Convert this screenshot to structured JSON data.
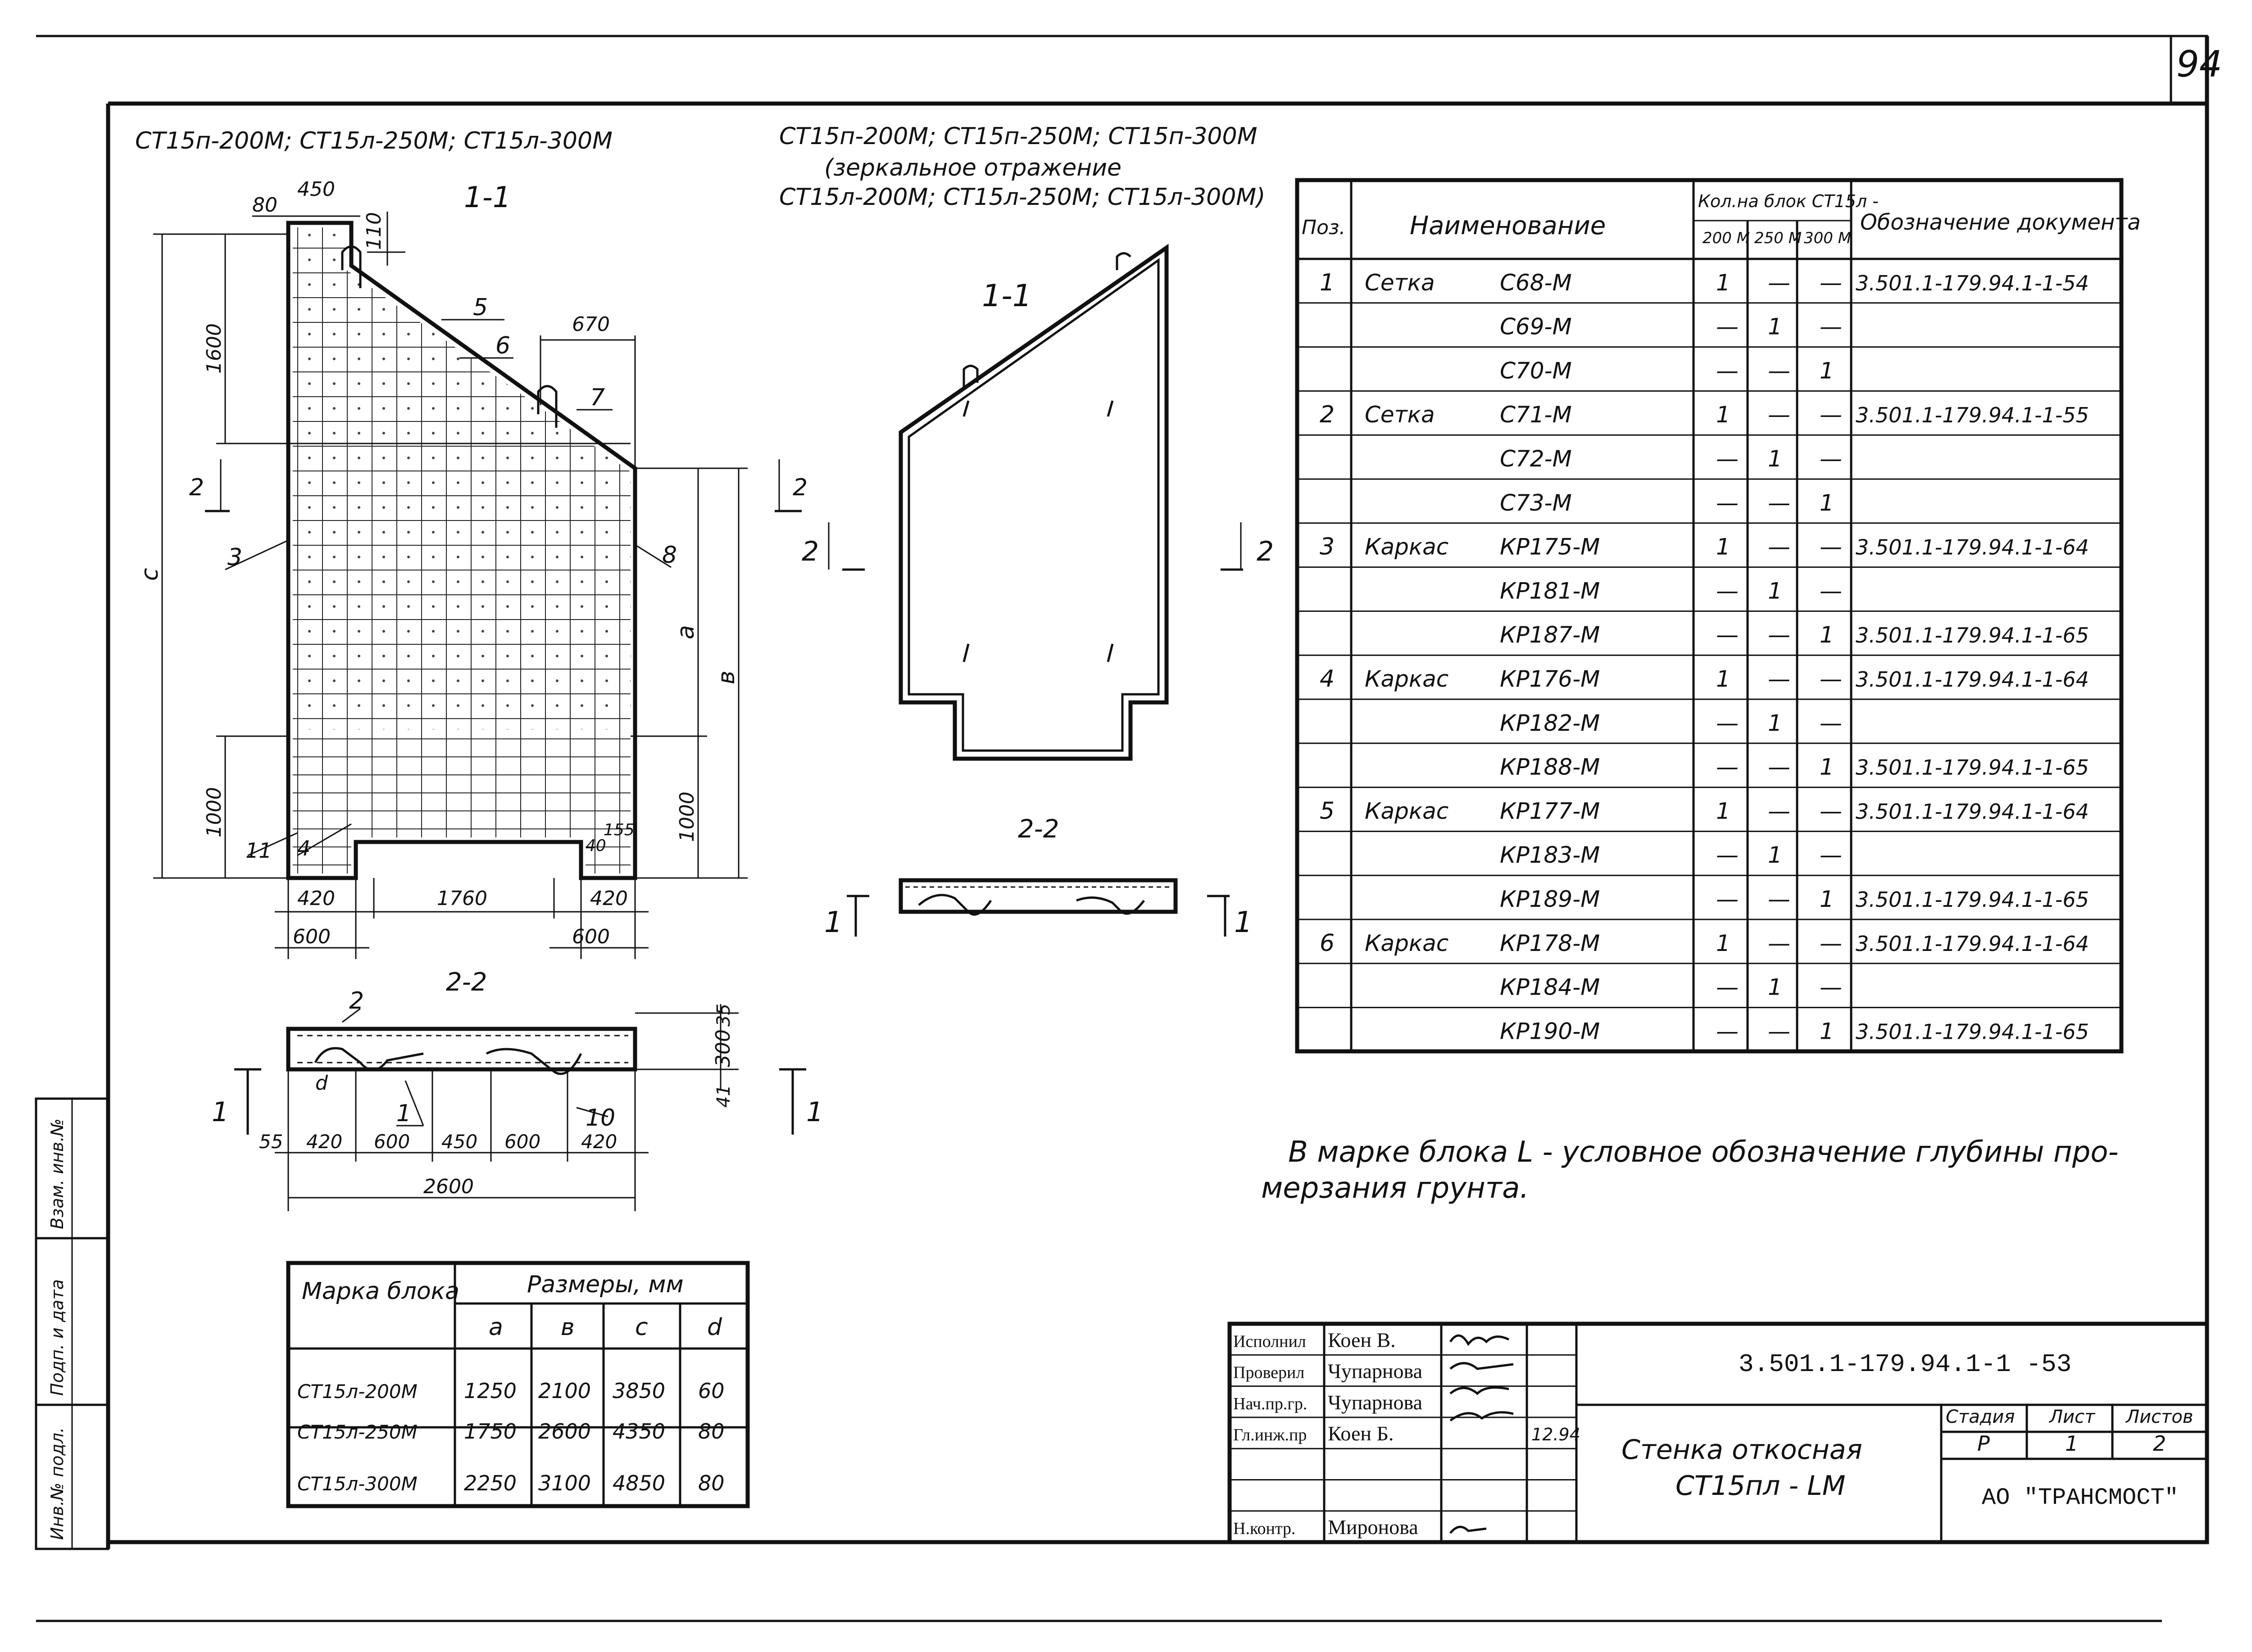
{
  "page_number": "94",
  "drawing_title_left": "СТ15п-200М; СТ15л-250М; СТ15л-300М",
  "drawing_title_middle": "СТ15п-200М; СТ15п-250М; СТ15п-300М",
  "mirror_note": "(зеркальное отражение",
  "mirror_line2": "СТ15л-200М; СТ15л-250М; СТ15л-300М)",
  "section_1_1": "1-1",
  "section_2_2": "2-2",
  "left_view": {
    "dims": [
      "80",
      "450",
      "110",
      "1600",
      "670",
      "1000",
      "1000",
      "420",
      "1760",
      "420",
      "600",
      "600",
      "155",
      "40"
    ],
    "letters": [
      "c",
      "a",
      "в"
    ],
    "positions": [
      "5",
      "6",
      "7",
      "8",
      "3",
      "11",
      "4",
      "2",
      "2"
    ]
  },
  "section_2_2_dims": [
    "35",
    "300",
    "41",
    "55",
    "420",
    "600",
    "450",
    "600",
    "420",
    "2600"
  ],
  "section_2_2_positions": [
    "2",
    "1",
    "10",
    "d"
  ],
  "cut_labels": [
    "1",
    "1",
    "2",
    "2",
    "1",
    "1",
    "1",
    "1"
  ],
  "spec_table": {
    "headers": {
      "pos": "Поз.",
      "name": "Наименование",
      "qty": "Кол.на блок СТ15л -",
      "qty_cols": [
        "200 М",
        "250 М",
        "300 М"
      ],
      "doc": "Обозначение документа"
    },
    "rows": [
      {
        "pos": "1",
        "name": "Сетка",
        "mark": "С68-М",
        "q1": "1",
        "q2": "—",
        "q3": "—",
        "doc": "3.501.1-179.94.1-1-54"
      },
      {
        "pos": "",
        "name": "",
        "mark": "С69-М",
        "q1": "—",
        "q2": "1",
        "q3": "—",
        "doc": ""
      },
      {
        "pos": "",
        "name": "",
        "mark": "С70-М",
        "q1": "—",
        "q2": "—",
        "q3": "1",
        "doc": ""
      },
      {
        "pos": "2",
        "name": "Сетка",
        "mark": "С71-М",
        "q1": "1",
        "q2": "—",
        "q3": "—",
        "doc": "3.501.1-179.94.1-1-55"
      },
      {
        "pos": "",
        "name": "",
        "mark": "С72-М",
        "q1": "—",
        "q2": "1",
        "q3": "—",
        "doc": ""
      },
      {
        "pos": "",
        "name": "",
        "mark": "С73-М",
        "q1": "—",
        "q2": "—",
        "q3": "1",
        "doc": ""
      },
      {
        "pos": "3",
        "name": "Каркас",
        "mark": "КР175-М",
        "q1": "1",
        "q2": "—",
        "q3": "—",
        "doc": "3.501.1-179.94.1-1-64"
      },
      {
        "pos": "",
        "name": "",
        "mark": "КР181-М",
        "q1": "—",
        "q2": "1",
        "q3": "—",
        "doc": ""
      },
      {
        "pos": "",
        "name": "",
        "mark": "КР187-М",
        "q1": "—",
        "q2": "—",
        "q3": "1",
        "doc": "3.501.1-179.94.1-1-65"
      },
      {
        "pos": "4",
        "name": "Каркас",
        "mark": "КР176-М",
        "q1": "1",
        "q2": "—",
        "q3": "—",
        "doc": "3.501.1-179.94.1-1-64"
      },
      {
        "pos": "",
        "name": "",
        "mark": "КР182-М",
        "q1": "—",
        "q2": "1",
        "q3": "—",
        "doc": ""
      },
      {
        "pos": "",
        "name": "",
        "mark": "КР188-М",
        "q1": "—",
        "q2": "—",
        "q3": "1",
        "doc": "3.501.1-179.94.1-1-65"
      },
      {
        "pos": "5",
        "name": "Каркас",
        "mark": "КР177-М",
        "q1": "1",
        "q2": "—",
        "q3": "—",
        "doc": "3.501.1-179.94.1-1-64"
      },
      {
        "pos": "",
        "name": "",
        "mark": "КР183-М",
        "q1": "—",
        "q2": "1",
        "q3": "—",
        "doc": ""
      },
      {
        "pos": "",
        "name": "",
        "mark": "КР189-М",
        "q1": "—",
        "q2": "—",
        "q3": "1",
        "doc": "3.501.1-179.94.1-1-65"
      },
      {
        "pos": "6",
        "name": "Каркас",
        "mark": "КР178-М",
        "q1": "1",
        "q2": "—",
        "q3": "—",
        "doc": "3.501.1-179.94.1-1-64"
      },
      {
        "pos": "",
        "name": "",
        "mark": "КР184-М",
        "q1": "—",
        "q2": "1",
        "q3": "—",
        "doc": ""
      },
      {
        "pos": "",
        "name": "",
        "mark": "КР190-М",
        "q1": "—",
        "q2": "—",
        "q3": "1",
        "doc": "3.501.1-179.94.1-1-65"
      }
    ]
  },
  "note_line1": "В марке блока L - условное обозначение глубины про-",
  "note_line2": "мерзания грунта.",
  "dims_table": {
    "h_mark": "Марка блока",
    "h_sizes": "Размеры, мм",
    "cols": [
      "a",
      "в",
      "c",
      "d"
    ],
    "rows": [
      {
        "mark": "СТ15л-200М",
        "a": "1250",
        "b": "2100",
        "c": "3850",
        "d": "60"
      },
      {
        "mark": "СТ15л-250М",
        "a": "1750",
        "b": "2600",
        "c": "4350",
        "d": "80"
      },
      {
        "mark": "СТ15л-300М",
        "a": "2250",
        "b": "3100",
        "c": "4850",
        "d": "80"
      }
    ]
  },
  "stamp": {
    "roles": [
      "Исполнил",
      "Проверил",
      "Нач.пр.гр.",
      "Гл.инж.пр",
      "",
      "",
      "Н.контр."
    ],
    "names": [
      "Коен В.",
      "Чупарнова",
      "Чупарнова",
      "Коен Б.",
      "",
      "",
      "Миронова"
    ],
    "date": "12.94",
    "doc_code": "3.501.1-179.94.1-1 -53",
    "title_line1": "Стенка откосная",
    "title_line2": "СТ15пл - LМ",
    "h_stage": "Стадия",
    "h_sheet": "Лист",
    "h_sheets": "Листов",
    "stage": "Р",
    "sheet": "1",
    "sheets": "2",
    "org": "АО \"ТРАНСМОСТ\""
  },
  "side_stamp": [
    "Инв.№ подл.",
    "Подп. и дата",
    "Взам. инв.№"
  ]
}
